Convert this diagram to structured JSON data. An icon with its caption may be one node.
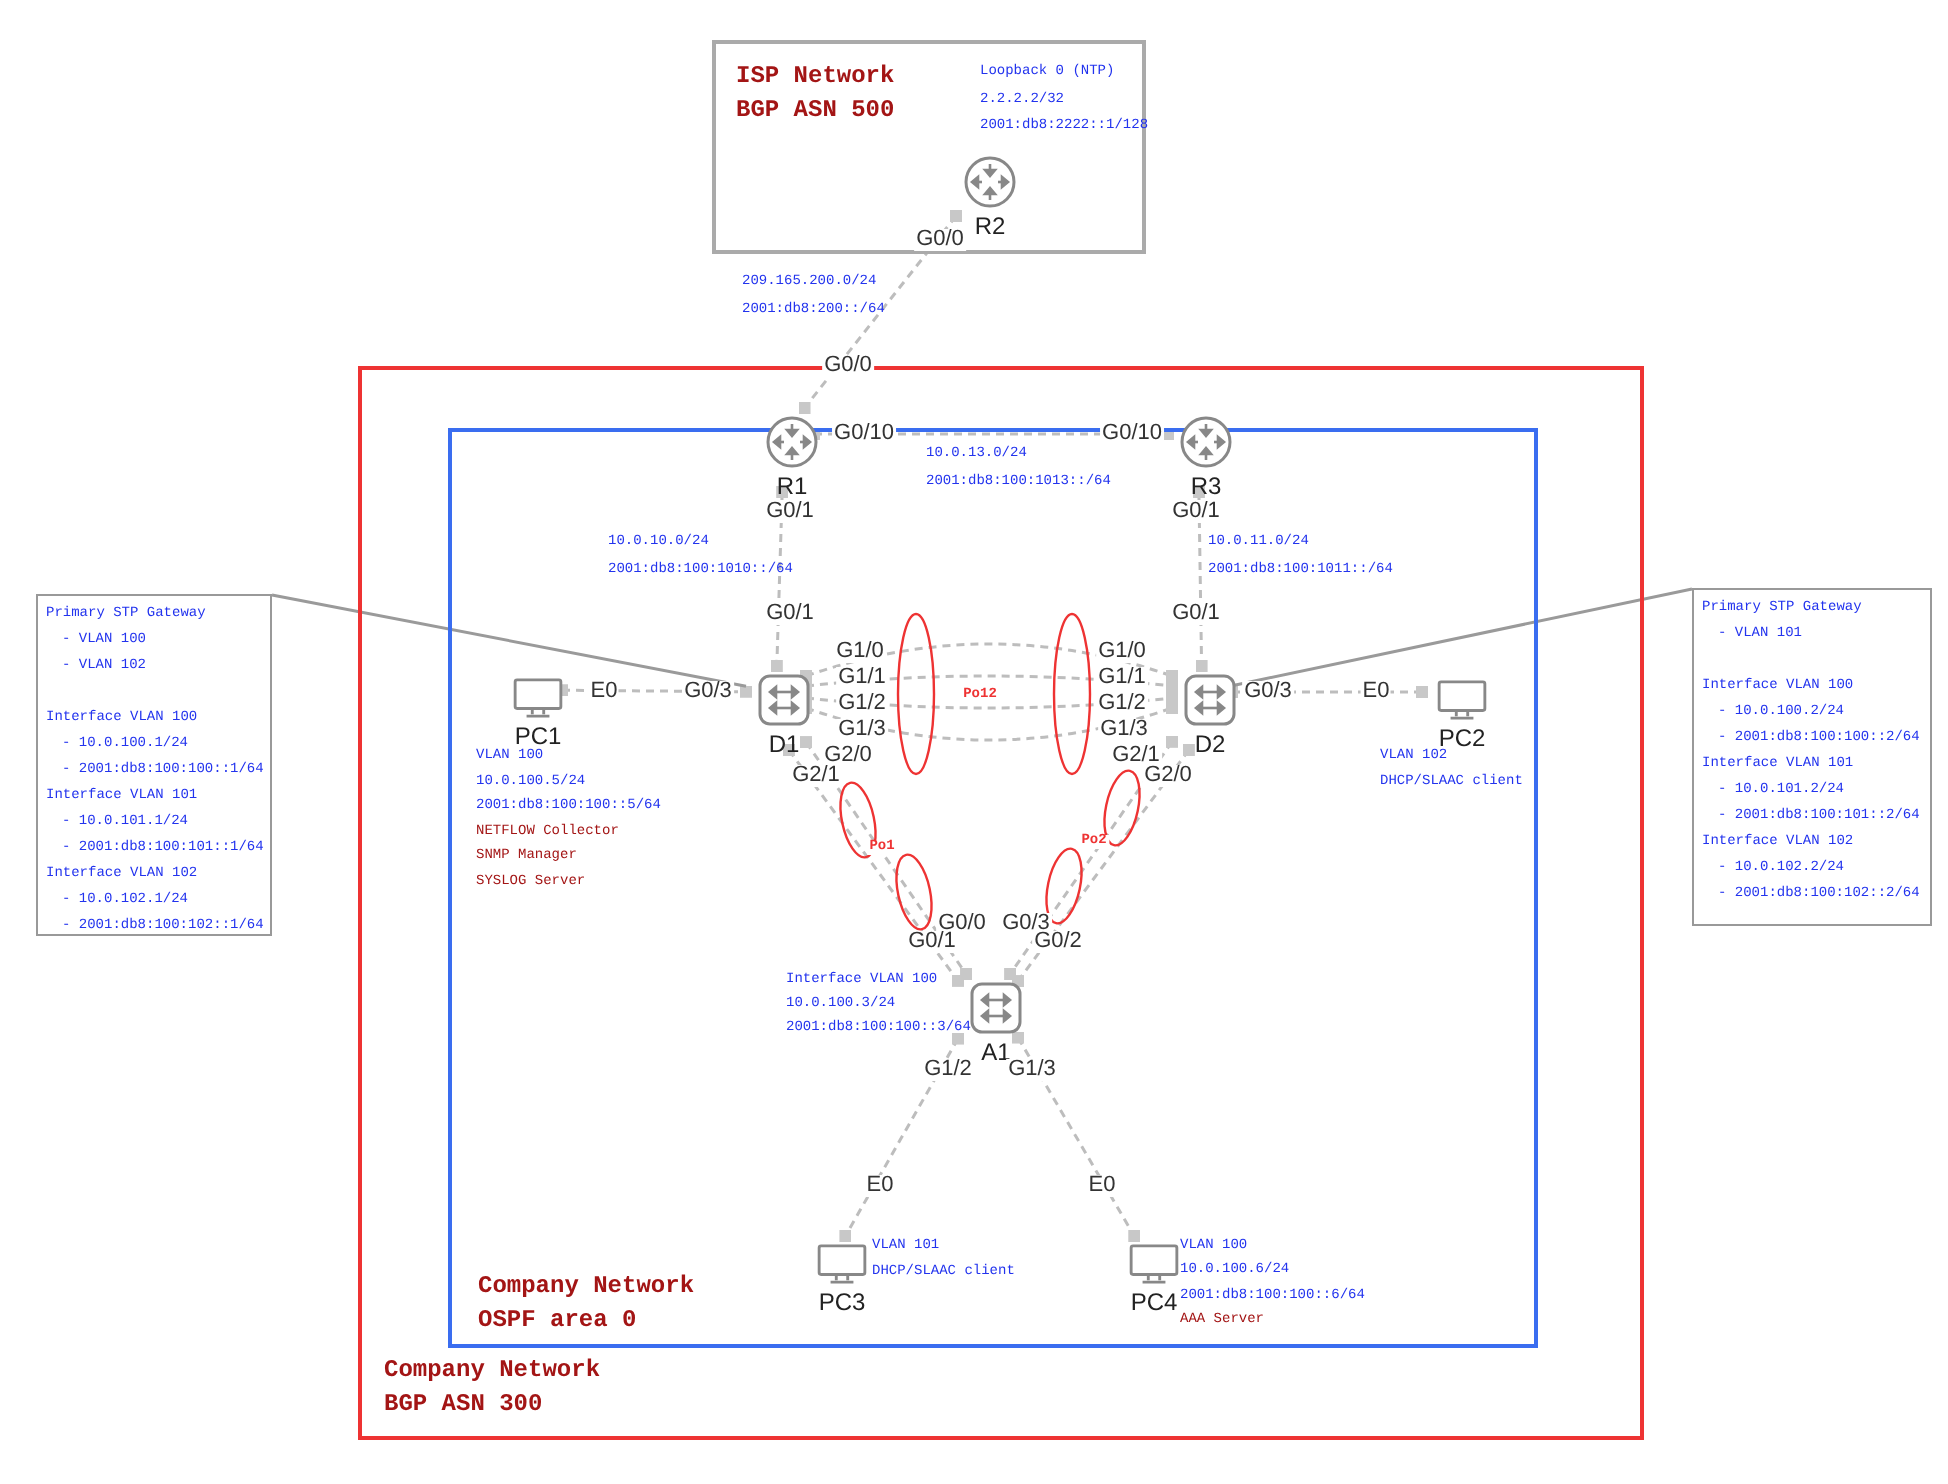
{
  "diagram": {
    "nodes": [
      {
        "text": [
          "ISP Network BGP ASN 500"
        ]
      },
      {
        "text": [
          "R2"
        ],
        "in": 0,
        "beside": [
          "Loopback 0 (NTP)",
          "2.2.2.2/32",
          "2001:db8:2222::1/128"
        ]
      },
      {
        "text": [
          "Company Network BGP ASN 300"
        ]
      },
      {
        "text": [
          "Company Network OSPF area 0"
        ],
        "in": 2
      },
      {
        "text": [
          "R1"
        ],
        "in": 3
      },
      {
        "text": [
          "R3"
        ],
        "in": 3
      },
      {
        "text": [
          "D1"
        ],
        "in": 3
      },
      {
        "text": [
          "D2"
        ],
        "in": 3
      },
      {
        "text": [
          "PC1"
        ],
        "in": 3,
        "beside": [
          "VLAN 100",
          "10.0.100.5/24",
          "2001:db8:100:100::5/64",
          "NETFLOW Collector",
          "SNMP Manager",
          "SYSLOG Server"
        ]
      },
      {
        "text": [
          "PC2"
        ],
        "in": 3,
        "beside": [
          "VLAN 102",
          "DHCP/SLAAC client"
        ]
      },
      {
        "text": [
          "A1"
        ],
        "in": 3,
        "beside": [
          "Interface VLAN 100",
          "10.0.100.3/24",
          "2001:db8:100:100::3/64"
        ]
      },
      {
        "text": [
          "PC3"
        ],
        "in": 3,
        "beside": [
          "VLAN 101",
          "DHCP/SLAAC client"
        ]
      },
      {
        "text": [
          "PC4"
        ],
        "in": 3,
        "beside": [
          "VLAN 100",
          "10.0.100.6/24",
          "2001:db8:100:100::6/64",
          "AAA Server"
        ]
      },
      {
        "text": [
          "Primary STP Gateway",
          "- VLAN 100",
          "- VLAN 102",
          "Interface VLAN 100",
          "- 10.0.100.1/24",
          "- 2001:db8:100:100::1/64",
          "Interface VLAN 101",
          "- 10.0.101.1/24",
          "- 2001:db8:100:101::1/64",
          "Interface VLAN 102",
          "- 10.0.102.1/24",
          "- 2001:db8:100:102::1/64"
        ]
      },
      {
        "text": [
          "Primary STP Gateway",
          "- VLAN 101",
          "Interface VLAN 100",
          "- 10.0.100.2/24",
          "- 2001:db8:100:100::2/64",
          "Interface VLAN 101",
          "- 10.0.101.2/24",
          "- 2001:db8:100:101::2/64",
          "Interface VLAN 102",
          "- 10.0.102.2/24",
          "- 2001:db8:100:102::2/64"
        ]
      }
    ],
    "edges": [
      {
        "from": 1,
        "to": 4,
        "arrow": "other",
        "style": "dashed",
        "label": "209.165.200.0/24 2001:db8:200::/64"
      },
      {
        "from": 4,
        "to": 5,
        "arrow": "other",
        "style": "dashed",
        "label": "10.0.13.0/24 2001:db8:100:1013::/64"
      },
      {
        "from": 4,
        "to": 6,
        "arrow": "other",
        "style": "dashed",
        "label": "10.0.10.0/24 2001:db8:100:1010::/64"
      },
      {
        "from": 5,
        "to": 7,
        "arrow": "other",
        "style": "dashed",
        "label": "10.0.11.0/24 2001:db8:100:1011::/64"
      },
      {
        "from": 6,
        "to": 7,
        "arrow": "other",
        "style": "dashed"
      },
      {
        "from": 6,
        "to": 7,
        "arrow": "other",
        "style": "dashed"
      },
      {
        "from": 6,
        "to": 7,
        "arrow": "other",
        "style": "dashed"
      },
      {
        "from": 6,
        "to": 7,
        "arrow": "other",
        "style": "dashed"
      },
      {
        "from": 8,
        "to": 6,
        "arrow": "other",
        "style": "dashed"
      },
      {
        "from": 7,
        "to": 9,
        "arrow": "other",
        "style": "dashed"
      },
      {
        "from": 6,
        "to": 10,
        "arrow": "other",
        "style": "dashed"
      },
      {
        "from": 6,
        "to": 10,
        "arrow": "other",
        "style": "dashed"
      },
      {
        "from": 7,
        "to": 10,
        "arrow": "other",
        "style": "dashed"
      },
      {
        "from": 7,
        "to": 10,
        "arrow": "other",
        "style": "dashed"
      },
      {
        "from": 10,
        "to": 11,
        "arrow": "other",
        "style": "dashed"
      },
      {
        "from": 10,
        "to": 12,
        "arrow": "other",
        "style": "dashed"
      },
      {
        "from": 13,
        "to": 6,
        "arrow": "none"
      },
      {
        "from": 14,
        "to": 7,
        "arrow": "none"
      }
    ],
    "labels": [
      "G0/0",
      "G0/0",
      "G0/10",
      "G0/10",
      "G0/1",
      "G0/1",
      "G0/1",
      "G0/1",
      "G1/0",
      "G1/0",
      "G1/1",
      "G1/1",
      "E0",
      "G0/3",
      "G1/2",
      "Po12",
      "G1/2",
      "G0/3",
      "E0",
      "G1/3",
      "G1/3",
      "G2/0",
      "G2/1",
      "G2/1",
      "G2/0",
      "Po1",
      "Po2",
      "G0/0",
      "G0/3",
      "G0/1",
      "G0/2",
      "G1/2",
      "G1/3",
      "E0",
      "E0"
    ]
  }
}
